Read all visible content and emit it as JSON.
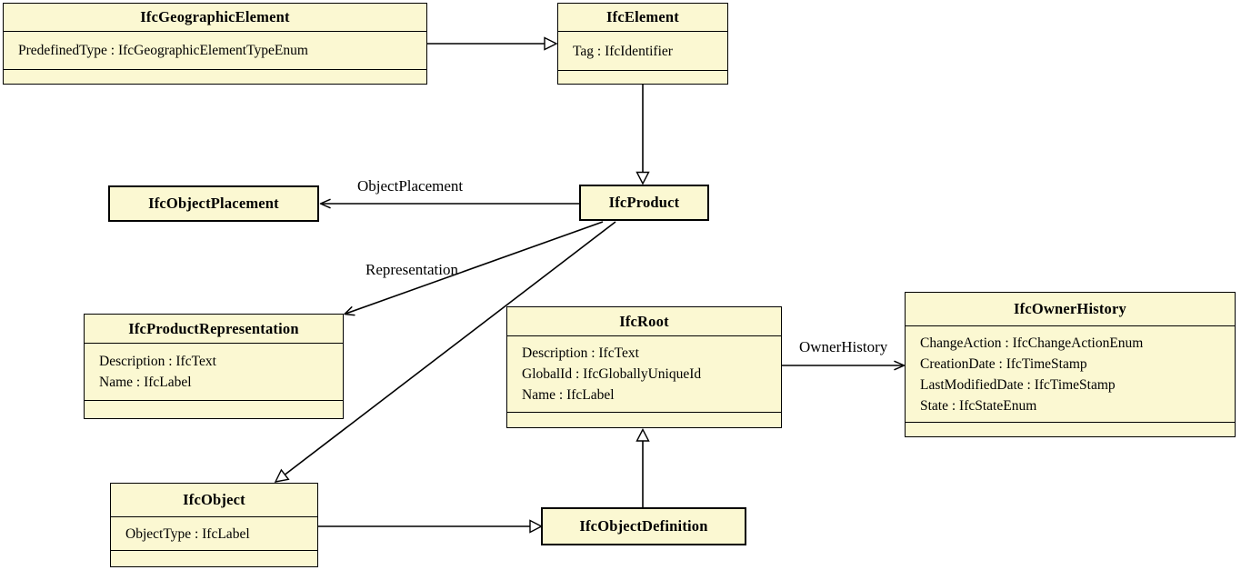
{
  "classes": {
    "ifc_geographic_element": {
      "name": "IfcGeographicElement",
      "attributes": [
        "PredefinedType : IfcGeographicElementTypeEnum"
      ]
    },
    "ifc_element": {
      "name": "IfcElement",
      "attributes": [
        "Tag : IfcIdentifier"
      ]
    },
    "ifc_object_placement": {
      "name": "IfcObjectPlacement",
      "attributes": []
    },
    "ifc_product": {
      "name": "IfcProduct",
      "attributes": []
    },
    "ifc_product_representation": {
      "name": "IfcProductRepresentation",
      "attributes": [
        "Description : IfcText",
        "Name : IfcLabel"
      ]
    },
    "ifc_root": {
      "name": "IfcRoot",
      "attributes": [
        "Description : IfcText",
        "GlobalId : IfcGloballyUniqueId",
        "Name : IfcLabel"
      ]
    },
    "ifc_owner_history": {
      "name": "IfcOwnerHistory",
      "attributes": [
        "ChangeAction : IfcChangeActionEnum",
        "CreationDate : IfcTimeStamp",
        "LastModifiedDate : IfcTimeStamp",
        "State : IfcStateEnum"
      ]
    },
    "ifc_object": {
      "name": "IfcObject",
      "attributes": [
        "ObjectType : IfcLabel"
      ]
    },
    "ifc_object_definition": {
      "name": "IfcObjectDefinition",
      "attributes": []
    }
  },
  "edge_labels": {
    "object_placement": "ObjectPlacement",
    "representation": "Representation",
    "owner_history": "OwnerHistory"
  },
  "colors": {
    "class_fill": "#fbf8d2",
    "line": "#000000",
    "background": "#ffffff"
  }
}
